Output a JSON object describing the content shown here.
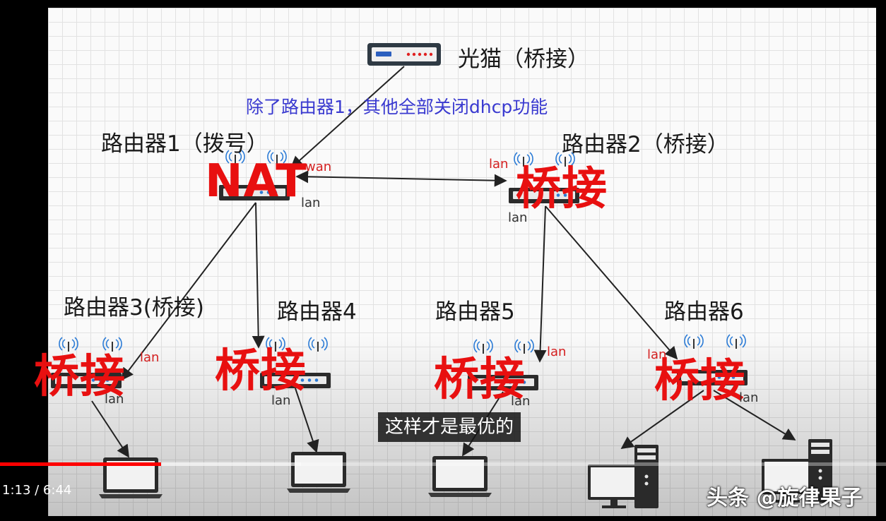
{
  "modem": {
    "title": "光猫（桥接）"
  },
  "note": "除了路由器1，其他全部关闭dhcp功能",
  "routers": [
    {
      "title": "路由器1（拨号）",
      "mode": "NAT",
      "ports": [
        "wan",
        "lan"
      ]
    },
    {
      "title": "路由器2（桥接）",
      "mode": "桥接",
      "ports": [
        "lan",
        "lan"
      ]
    },
    {
      "title": "路由器3(桥接)",
      "mode": "桥接",
      "ports": [
        "lan",
        "lan"
      ]
    },
    {
      "title": "路由器4",
      "mode": "桥接",
      "ports": [
        "lan"
      ]
    },
    {
      "title": "路由器5",
      "mode": "桥接",
      "ports": [
        "lan",
        "lan"
      ]
    },
    {
      "title": "路由器6",
      "mode": "桥接",
      "ports": [
        "lan",
        "lan"
      ]
    }
  ],
  "player": {
    "subtitle": "这样才是最优的",
    "time": "1:13 / 6:44",
    "progress": 0.182,
    "buffered": 0.34,
    "accent": "#ff0000"
  },
  "watermark": "头条 @旋律果子",
  "icons": [
    "modem-icon",
    "router-icon",
    "wifi-antenna-icon",
    "laptop-icon",
    "desktop-icon"
  ]
}
